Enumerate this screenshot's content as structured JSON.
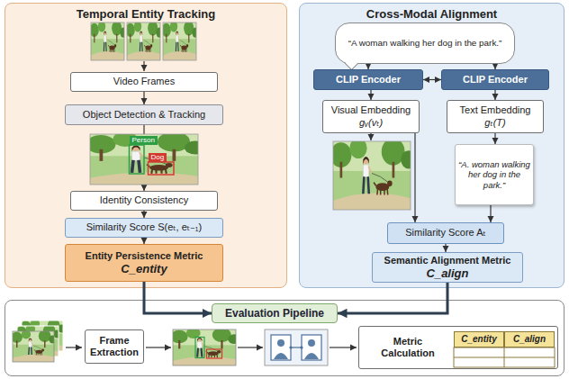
{
  "diagram": {
    "nodes": [
      {
        "text": [
          "Temporal Entity Tracking"
        ]
      },
      {
        "text": [
          "Video Frames"
        ],
        "in": 0
      },
      {
        "text": [
          "Object Detection & Tracking"
        ],
        "in": 0
      },
      {
        "text": [
          "Identity Consistency"
        ],
        "in": 0
      },
      {
        "text": [
          "Similarity Score S(eₜ, eₜ₋₁)"
        ],
        "in": 0
      },
      {
        "text": [
          "Entity Persistence Metric",
          "C_entity"
        ],
        "in": 0
      },
      {
        "text": [
          "Cross-Modal Alignment"
        ]
      },
      {
        "text": [
          "“A woman walking her dog in the park.”"
        ],
        "in": 6
      },
      {
        "text": [
          "CLIP Encoder"
        ],
        "in": 6
      },
      {
        "text": [
          "CLIP Encoder"
        ],
        "in": 6
      },
      {
        "text": [
          "Visual Embedding",
          "gᵥ(vₜ)"
        ],
        "in": 6
      },
      {
        "text": [
          "Text Embedding",
          "gₜ(T)"
        ],
        "in": 6
      },
      {
        "text": [
          "“A. woman walking her dog in the park.”"
        ],
        "in": 6
      },
      {
        "text": [
          "Similarity Score Aₜ"
        ],
        "in": 6
      },
      {
        "text": [
          "Semantic Alignment Metric",
          "C_align"
        ],
        "in": 6
      },
      {
        "text": [
          "Evaluation Pipeline"
        ]
      },
      {
        "text": [
          "Frame Extraction"
        ],
        "in": 15
      },
      {
        "text": [
          "Metric Calculation"
        ],
        "in": 15
      },
      {
        "text": [
          "C_entity"
        ],
        "in": 17
      },
      {
        "text": [
          "C_align"
        ],
        "in": 17
      }
    ],
    "edges": [
      {
        "from": 1,
        "to": 2,
        "arrow": "to"
      },
      {
        "from": 2,
        "to": 3,
        "arrow": "to"
      },
      {
        "from": 3,
        "to": 4,
        "arrow": "to"
      },
      {
        "from": 4,
        "to": 5,
        "arrow": "to"
      },
      {
        "from": 7,
        "to": 8,
        "arrow": "to"
      },
      {
        "from": 7,
        "to": 9,
        "arrow": "to"
      },
      {
        "from": 8,
        "to": 9,
        "arrow": "both"
      },
      {
        "from": 8,
        "to": 10,
        "arrow": "to"
      },
      {
        "from": 9,
        "to": 11,
        "arrow": "to"
      },
      {
        "from": 11,
        "to": 12,
        "arrow": "to"
      },
      {
        "from": 10,
        "to": 13,
        "arrow": "to"
      },
      {
        "from": 12,
        "to": 13,
        "arrow": "to"
      },
      {
        "from": 13,
        "to": 14,
        "arrow": "to"
      },
      {
        "from": 5,
        "to": 15,
        "arrow": "to"
      },
      {
        "from": 14,
        "to": 15,
        "arrow": "to"
      }
    ],
    "labels": [
      "Person",
      "Dog"
    ]
  }
}
